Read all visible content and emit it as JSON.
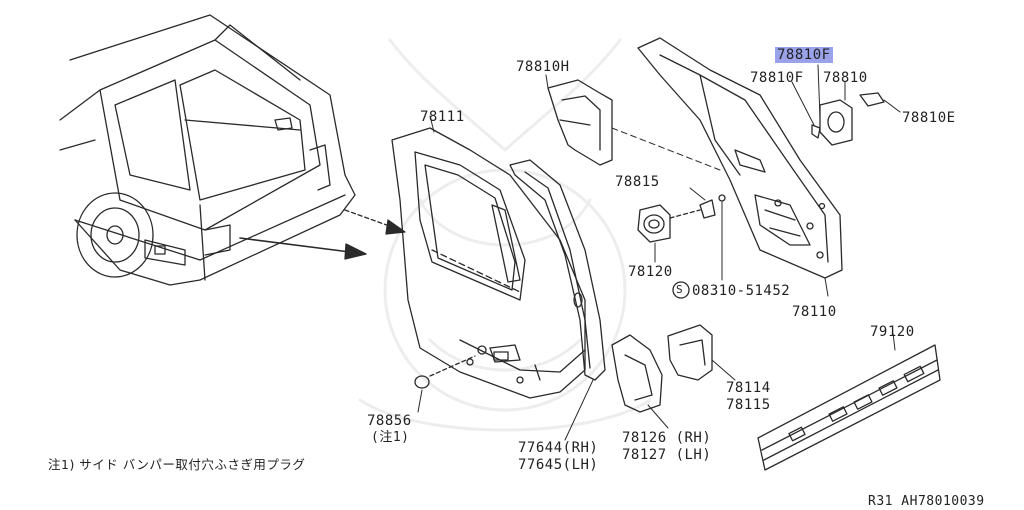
{
  "diagram": {
    "callouts": {
      "p78810F_top": "78810F",
      "p78810H": "78810H",
      "p78810F_left": "78810F",
      "p78810": "78810",
      "p78810E": "78810E",
      "p78111": "78111",
      "p78815": "78815",
      "p78120": "78120",
      "screw": "08310-51452",
      "screw_symbol": "S",
      "p78110": "78110",
      "p79120": "79120",
      "p78114": "78114",
      "p78115": "78115",
      "p78856": "78856",
      "note_ref": "(注1)",
      "p77644": "77644(RH)",
      "p77645": "77645(LH)",
      "p78126": "78126 (RH)",
      "p78127": "78127 (LH)"
    },
    "footnote": "注1) サイド バンパー取付穴ふさぎ用プラグ",
    "figure_code": "R31   AH78010039",
    "highlight_color": "#9aa3ea",
    "line_color": "#2a2a2a"
  }
}
